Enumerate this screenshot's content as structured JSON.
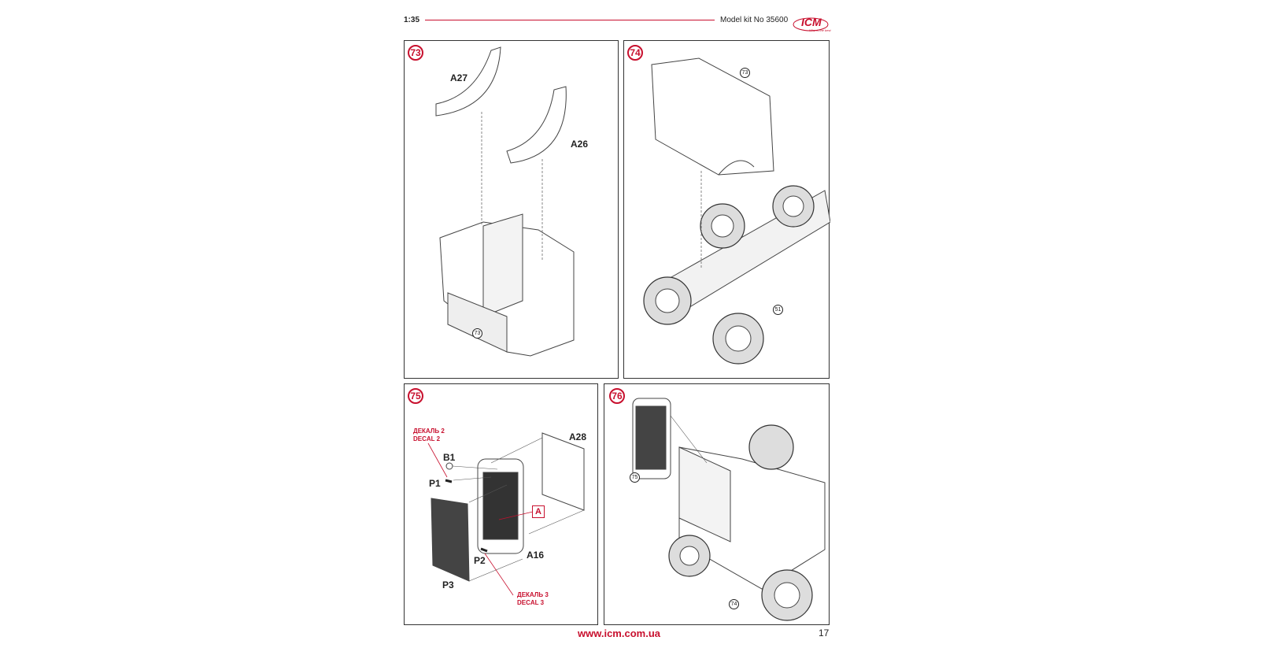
{
  "header": {
    "scale": "1:35",
    "kit": "Model kit No 35600",
    "logo_text": "ICM",
    "logo_tagline": "Who is the best"
  },
  "steps": [
    {
      "number": "73",
      "labels": [
        "A27",
        "A26"
      ],
      "ref": "73"
    },
    {
      "number": "74",
      "refs": [
        "73",
        "51"
      ]
    },
    {
      "number": "75",
      "labels": [
        "B1",
        "P1",
        "A28",
        "A16",
        "P2",
        "P3"
      ],
      "decal_2": [
        "ДЕКАЛЬ 2",
        "DECAL 2"
      ],
      "decal_3": [
        "ДЕКАЛЬ 3",
        "DECAL 3"
      ],
      "color_code": "A"
    },
    {
      "number": "76",
      "refs": [
        "75",
        "74"
      ]
    }
  ],
  "footer": {
    "url": "www.icm.com.ua",
    "page": "17"
  },
  "colors": {
    "accent": "#c8102e"
  }
}
